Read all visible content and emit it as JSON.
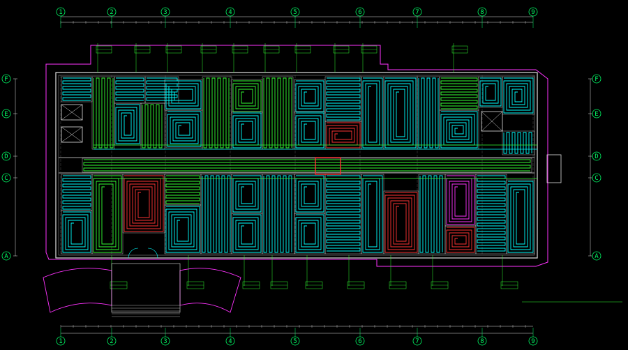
{
  "drawing": {
    "title": "",
    "notes": []
  },
  "axes": {
    "columns": [
      "1",
      "2",
      "3",
      "4",
      "5",
      "6",
      "7",
      "8",
      "9"
    ],
    "rows": [
      "F",
      "E",
      "D",
      "C",
      "A"
    ]
  },
  "colors": {
    "background": "#000000",
    "axis": "#00ff66",
    "wall": "#e0e0e0",
    "boundary": "#ff33ff",
    "pipe_cyan": "#00ffff",
    "pipe_green": "#33ff33",
    "pipe_red": "#ff3333",
    "pipe_magenta": "#ff33ff",
    "dimension": "#dddddd",
    "text": "#ffffff",
    "note": "#ffff66"
  }
}
